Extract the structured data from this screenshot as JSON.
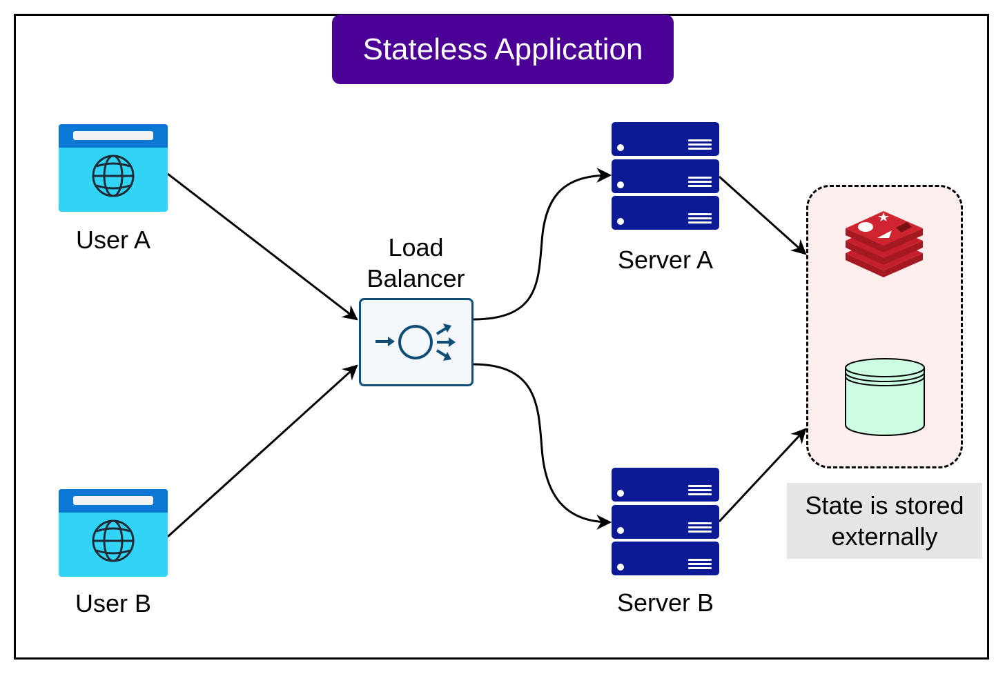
{
  "title": "Stateless Application",
  "nodes": {
    "user_a": {
      "label": "User A",
      "icon": "browser-globe-icon"
    },
    "user_b": {
      "label": "User B",
      "icon": "browser-globe-icon"
    },
    "load_balancer": {
      "label_line1": "Load",
      "label_line2": "Balancer",
      "icon": "load-balancer-icon"
    },
    "server_a": {
      "label": "Server A",
      "icon": "server-rack-icon"
    },
    "server_b": {
      "label": "Server B",
      "icon": "server-rack-icon"
    },
    "cache": {
      "icon": "redis-icon"
    },
    "database": {
      "icon": "database-cylinder-icon"
    }
  },
  "external_state": {
    "note_line1": "State is stored",
    "note_line2": "externally"
  },
  "edges": [
    {
      "from": "User A",
      "to": "Load Balancer"
    },
    {
      "from": "User B",
      "to": "Load Balancer"
    },
    {
      "from": "Load Balancer",
      "to": "Server A"
    },
    {
      "from": "Load Balancer",
      "to": "Server B"
    },
    {
      "from": "Server A",
      "to": "External State Store"
    },
    {
      "from": "Server B",
      "to": "External State Store"
    }
  ],
  "colors": {
    "title_bg": "#4b0096",
    "browser_header": "#0a78d4",
    "browser_body": "#32d4f5",
    "server": "#0c1a96",
    "lb_stroke": "#0e4d75",
    "lb_fill": "#f4f7f9",
    "redis": "#c6202c",
    "db_fill": "#ccfde2",
    "store_bg": "#fdeeee",
    "note_bg": "#e5e5e5"
  }
}
